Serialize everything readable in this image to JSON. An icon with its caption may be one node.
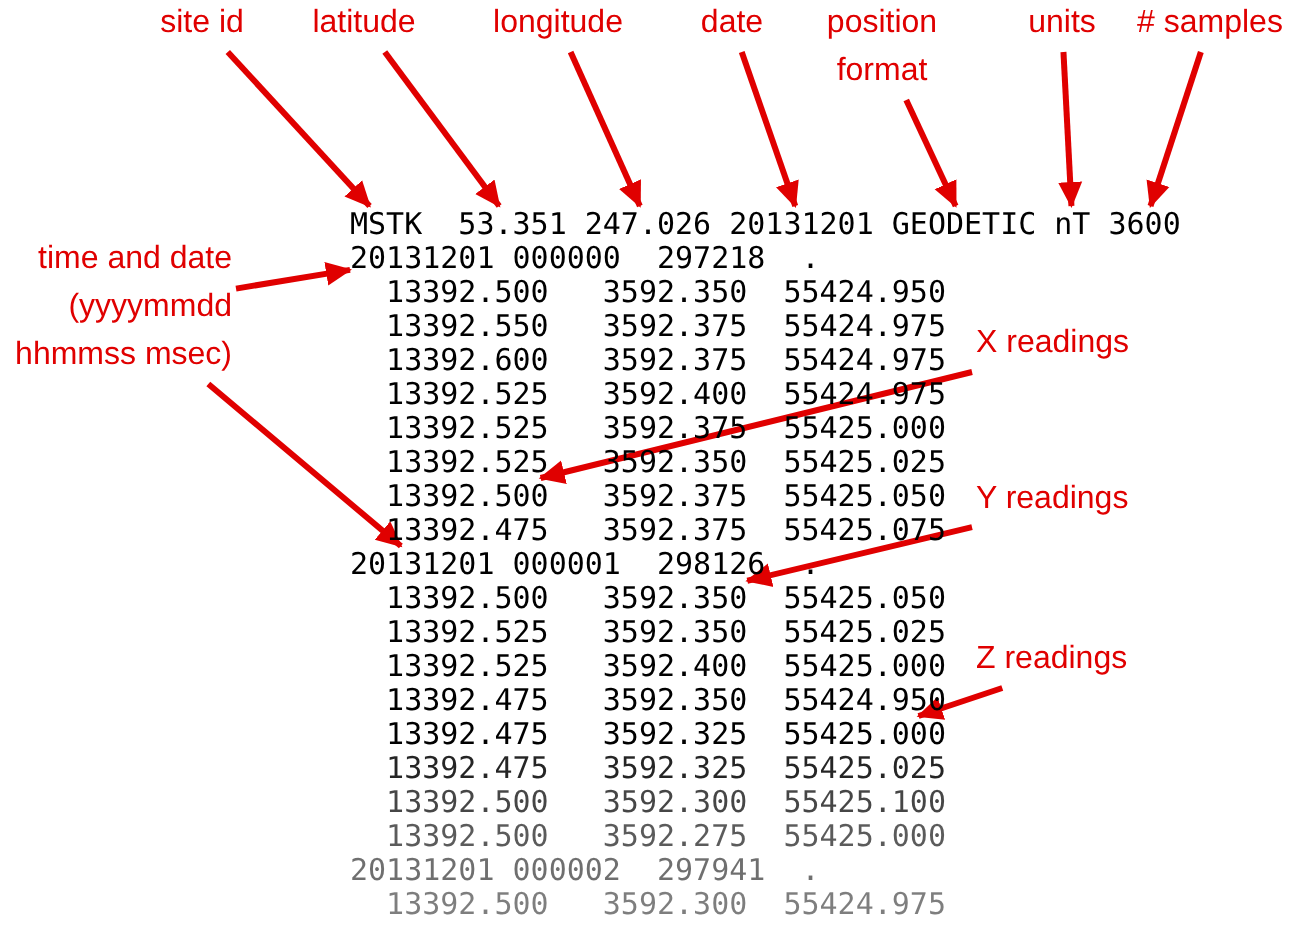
{
  "diagram": {
    "nodes": [
      {
        "text": [
          "site id"
        ]
      },
      {
        "text": [
          "latitude"
        ]
      },
      {
        "text": [
          "longitude"
        ]
      },
      {
        "text": [
          "date"
        ]
      },
      {
        "text": [
          "position format"
        ]
      },
      {
        "text": [
          "units"
        ]
      },
      {
        "text": [
          "# samples"
        ]
      },
      {
        "text": [
          "MSTK"
        ]
      },
      {
        "text": [
          "53.351"
        ]
      },
      {
        "text": [
          "247.026"
        ]
      },
      {
        "text": [
          "20131201"
        ]
      },
      {
        "text": [
          "GEODETIC"
        ]
      },
      {
        "text": [
          "nT"
        ]
      },
      {
        "text": [
          "3600"
        ]
      },
      {
        "text": [
          "time and date (yyyymmdd hhmmss msec)"
        ]
      },
      {
        "text": [
          "20131201"
        ]
      },
      {
        "text": [
          "X readings"
        ]
      },
      {
        "text": [
          "13392.500"
        ]
      },
      {
        "text": [
          "20131201"
        ]
      },
      {
        "text": [
          "Y readings"
        ]
      },
      {
        "text": [
          "3592.350"
        ]
      },
      {
        "text": [
          "Z readings"
        ]
      },
      {
        "text": [
          "55425.000"
        ]
      }
    ],
    "edges": [
      {
        "from": 0,
        "to": 7,
        "arrow": "to"
      },
      {
        "from": 1,
        "to": 8,
        "arrow": "to"
      },
      {
        "from": 2,
        "to": 9,
        "arrow": "to"
      },
      {
        "from": 3,
        "to": 10,
        "arrow": "to"
      },
      {
        "from": 4,
        "to": 11,
        "arrow": "to"
      },
      {
        "from": 5,
        "to": 12,
        "arrow": "to"
      },
      {
        "from": 6,
        "to": 13,
        "arrow": "to"
      },
      {
        "from": 14,
        "to": 15,
        "arrow": "to"
      },
      {
        "from": 14,
        "to": 18,
        "arrow": "to"
      },
      {
        "from": 16,
        "to": 17,
        "arrow": "to"
      },
      {
        "from": 19,
        "to": 20,
        "arrow": "to"
      },
      {
        "from": 21,
        "to": 22,
        "arrow": "to"
      }
    ],
    "labels": [
      "000000",
      "297218",
      ".",
      "13392.500",
      "3592.350",
      "55424.950",
      "13392.550",
      "3592.375",
      "55424.975",
      "13392.600",
      "3592.375",
      "55424.975",
      "13392.525",
      "3592.400",
      "55424.975",
      "13392.525",
      "3592.375",
      "55425.000",
      "13392.525",
      "3592.350",
      "55425.025",
      "3592.375",
      "55425.050",
      "13392.475",
      "3592.375",
      "55425.075",
      "000001",
      "298126",
      ".",
      "13392.500",
      "55425.050",
      "13392.525",
      "3592.350",
      "55425.025",
      "13392.525",
      "3592.400",
      "55425.000",
      "13392.475",
      "3592.350",
      "55424.950",
      "13392.475",
      "3592.325",
      "13392.475",
      "3592.325",
      "55425.025",
      "13392.500",
      "3592.300",
      "55425.100",
      "13392.500",
      "3592.275",
      "55425.000",
      "20131201",
      "000002",
      "297941",
      ".",
      "13392.500",
      "3592.300",
      "55424.975"
    ]
  }
}
